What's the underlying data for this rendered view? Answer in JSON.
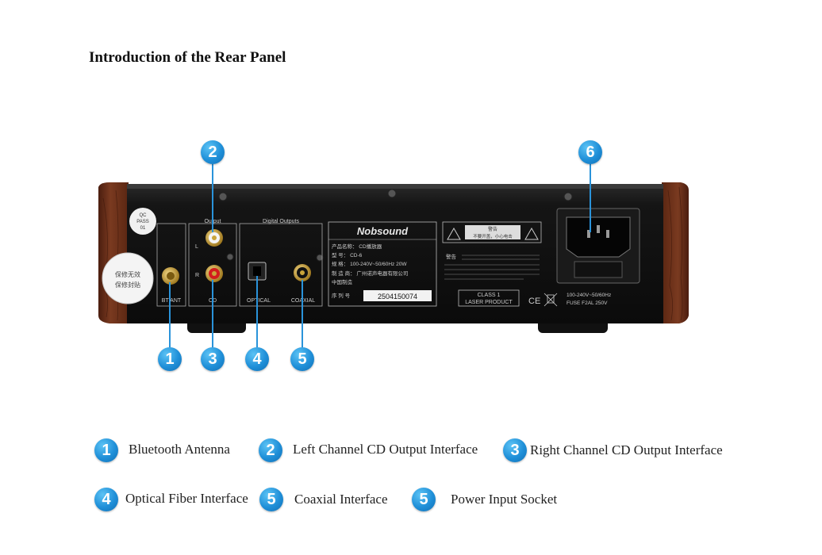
{
  "page": {
    "title": "Introduction of the Rear Panel"
  },
  "colors": {
    "badge": "#1f8fd8",
    "panel": "#141414",
    "wood": "#6b2f1a"
  },
  "panel": {
    "sticker_qc": [
      "QC",
      "PASS",
      "01"
    ],
    "sticker_warranty": [
      "保修无效",
      "保修封贴"
    ],
    "output_label": "Output",
    "digital_outputs_label": "Digital Outputs",
    "port_labels": {
      "bt_ant": "BT ANT",
      "cd": "CD",
      "optical": "OPTICAL",
      "coaxial": "COAXIAL",
      "left": "L",
      "right": "R"
    },
    "brand": "Nobsound",
    "spec_lines": [
      "产品名称：  CD播放器",
      "型      号：  CD-6",
      "规      格：  100-240V~50/60Hz 20W",
      "制  造  商：  广州诺声电器有限公司",
      "中国制造"
    ],
    "serial_label": "序 列 号",
    "serial_number": "2504150074",
    "warning_title": "警告",
    "warning_text": "不要开盖，小心电击",
    "caution_title": "警告",
    "laser_class": [
      "CLASS 1",
      "LASER PRODUCT"
    ],
    "certifications": "CE",
    "power_rating": "100-240V~50/60Hz",
    "fuse_rating": "FUSE F2AL 250V"
  },
  "callouts": [
    "2",
    "6",
    "1",
    "3",
    "4",
    "5"
  ],
  "legend": [
    {
      "num": "1",
      "text": "Bluetooth Antenna"
    },
    {
      "num": "2",
      "text": "Left Channel CD Output Interface"
    },
    {
      "num": "3",
      "text": "Right Channel CD Output Interface"
    },
    {
      "num": "4",
      "text": "Optical Fiber Interface"
    },
    {
      "num": "5",
      "text": "Coaxial Interface"
    },
    {
      "num": "5",
      "text": "Power Input Socket"
    }
  ]
}
